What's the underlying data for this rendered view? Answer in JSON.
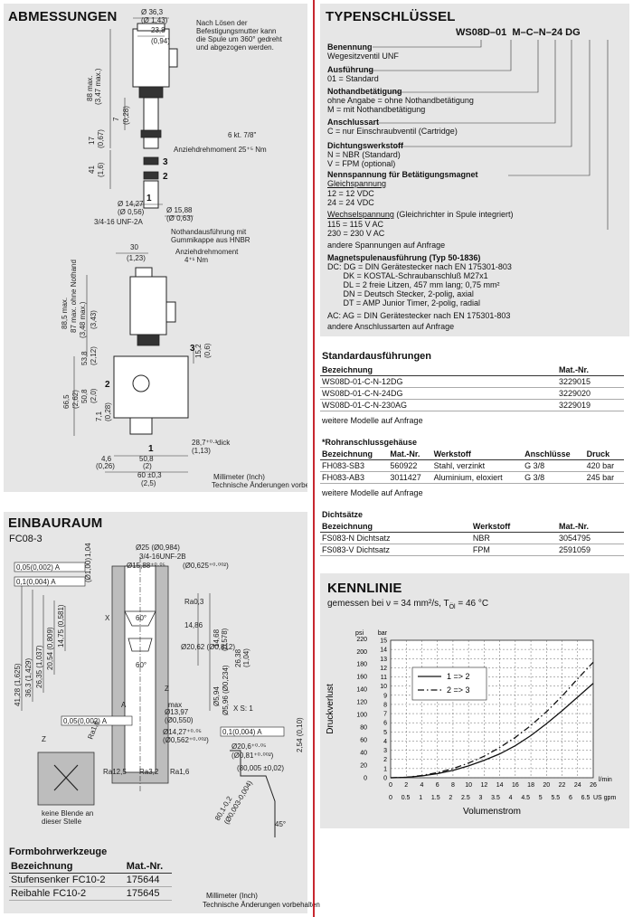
{
  "abmessungen": {
    "title": "ABMESSUNGEN",
    "note_spule": [
      "Nach Lösen der",
      "Befestigungsmutter kann",
      "die Spule um 360° gedreht",
      "und abgezogen werden."
    ],
    "dim_d36": "Ø 36,3",
    "dim_d36_in": "(Ø 1,43)",
    "dim_238": "23,8",
    "dim_238_in": "(0,94)",
    "dim_88": "88 max.",
    "dim_88_in": "(3,47 max.)",
    "dim_7": "7",
    "dim_7_in": "(0,28)",
    "dim_17": "17",
    "dim_17_in": "(0,67)",
    "hex": "6 kt. 7/8\"",
    "torque": "Anziehdrehmoment 25⁺⁵ Nm",
    "dim_41": "41",
    "dim_41_in": "(1,6)",
    "port3": "3",
    "port2": "2",
    "port1": "1",
    "dim_1427": "Ø 14,27",
    "dim_1427_in": "(Ø 0,56)",
    "dim_1588": "Ø 15,88",
    "dim_1588_in": "(Ø 0,63)",
    "thread": "3/4-16 UNF-2A",
    "note_hnbr": [
      "Nothandausführung mit",
      "Gummikappe aus HNBR"
    ],
    "torque2": [
      "Anziehdrehmoment",
      "4⁺¹ Nm"
    ],
    "dim_30": "30",
    "dim_30_in": "(1,23)",
    "dim_885": "88,5 max.",
    "dim_87": "87 max. ohne Nothand",
    "dim_885_in": "(3,48 max.)",
    "dim_87_in": "(3,43)",
    "dim_152": "15,2",
    "dim_152_in": "(0,6)",
    "dim_665": "66,5",
    "dim_665_in": "(2,62)",
    "dim_508": "50,8",
    "dim_508_in": "(2,0)",
    "dim_538": "53,8",
    "dim_538_in": "(2,12)",
    "dim_71": "7,1",
    "dim_71_in": "(0,28)",
    "dim_287": "28,7⁺⁰·³",
    "dim_287_in": "(1,13)",
    "dick": "dick",
    "dim_46": "4,6",
    "dim_46_in": "(0,26)",
    "dim_508b": "50,8",
    "dim_508b_in": "(2)",
    "dim_60": "60 ±0,3",
    "dim_60_in": "(2,5)",
    "footer": [
      "Millimeter (Inch)",
      "Technische Änderungen vorbehalten"
    ]
  },
  "einbauraum": {
    "title": "EINBAURAUM",
    "subtitle": "FC08-3",
    "dims": {
      "d25": "Ø25 (Ø0,984)",
      "thread": "3/4-16UNF-2B",
      "d1588": "Ø15,88⁺⁰·⁰⁵",
      "d0625": "(Ø0,625⁺⁰·⁰⁰²)",
      "tol1": "0,05(0,002) A",
      "tol2": "0,1(0,004) A",
      "d24": "(Ø1,00)",
      "d1a": "1,04",
      "v4128": "41,28 (1,625)",
      "v363": "36,3 (1,429)",
      "v2635": "26,35 (1,037)",
      "v2054": "20,54 (0,809)",
      "v1475": "14,75 (0,581)",
      "a60": "60°",
      "a60b": "60°",
      "ra03": "Ra0,3",
      "d2062": "Ø20,62 (Ø0,812)",
      "d1486": "14,86",
      "v2638": "26,38",
      "v2638in": "(1,04)",
      "v1468": "14,68",
      "v1468in": "(0,578)",
      "dia596": "Ø5,96 (Ø0,234)",
      "dia594": "Ø5,94",
      "max": "max",
      "d1397": "Ø13,97",
      "d0550": "(Ø0,550)",
      "d1427": "Ø14,27⁺⁰·⁰⁵",
      "d0562": "(Ø0,562⁺⁰·⁰⁰²)",
      "tol3": "0,05(0,002) A",
      "tol4": "0,1(0,004) A",
      "x": "X",
      "xs": "X S: 1",
      "z": "Z",
      "a": "A",
      "ra16": "Ra1,6",
      "ra125": "Ra12,5",
      "ra32": "Ra3,2",
      "d206": "Ø20,6⁺⁰·⁰⁵",
      "d081": "(Ø0,81⁺⁰·⁰⁰²)",
      "d2005": "(80,005 ±0,02)",
      "d254": "2,54 (0,10)",
      "d808": "80,1-0,2",
      "d808in": "(Ø0,003-0,004)",
      "a45": "45°"
    },
    "z_note": [
      "keine Blende an",
      "dieser Stelle"
    ],
    "formbohr_title": "Formbohrwerkzeuge",
    "formbohr_cols": [
      "Bezeichnung",
      "Mat.-Nr."
    ],
    "formbohr_rows": [
      [
        "Stufensenker FC10-2",
        "175644"
      ],
      [
        "Reibahle FC10-2",
        "175645"
      ]
    ],
    "footer": [
      "Millimeter (Inch)",
      "Technische Änderungen vorbehalten"
    ]
  },
  "typenschluessel": {
    "title": "TYPENSCHLÜSSEL",
    "code": [
      "WS08D",
      "01",
      "M",
      "C",
      "N",
      "24",
      "DG"
    ],
    "blocks": [
      {
        "head": "Benennung",
        "lines": [
          "Wegesitzventil UNF"
        ]
      },
      {
        "head": "Ausführung",
        "lines": [
          "01    = Standard"
        ]
      },
      {
        "head": "Nothandbetätigung",
        "lines": [
          "ohne Angabe = ohne Nothandbetätigung",
          "M     = mit Nothandbetätigung"
        ]
      },
      {
        "head": "Anschlussart",
        "lines": [
          "C     = nur Einschraubventil (Cartridge)"
        ]
      },
      {
        "head": "Dichtungswerkstoff",
        "lines": [
          "N     = NBR (Standard)",
          "V     = FPM (optional)"
        ]
      },
      {
        "head": "Nennspannung für Betätigungsmagnet",
        "lines": []
      }
    ],
    "gleich_head": "Gleichspannung",
    "gleich_lines": [
      "12    = 12 VDC",
      "24    = 24 VDC"
    ],
    "wechsel_head": "Wechselspannung",
    "wechsel_suffix": " (Gleichrichter in Spule integriert)",
    "wechsel_lines": [
      "115   = 115 V AC",
      "230   = 230 V AC"
    ],
    "andere_span": "andere Spannungen auf Anfrage",
    "magnet_head": "Magnetspulenausführung (Typ 50-1836)",
    "magnet_lines": [
      "DC: DG = DIN Gerätestecker nach EN 175301-803",
      "       DK = KOSTAL-Schraubanschluß M27x1",
      "       DL = 2 freie Litzen, 457 mm lang; 0,75 mm²",
      "       DN = Deutsch Stecker, 2-polig, axial",
      "       DT = AMP Junior Timer, 2-polig, radial",
      "AC: AG = DIN Gerätestecker nach EN 175301-803"
    ],
    "andere_anschl": "andere Anschlussarten auf Anfrage"
  },
  "standard": {
    "title": "Standardausführungen",
    "cols": [
      "Bezeichnung",
      "Mat.-Nr."
    ],
    "rows": [
      [
        "WS08D-01-C-N-12DG",
        "3229015"
      ],
      [
        "WS08D-01-C-N-24DG",
        "3229020"
      ],
      [
        "WS08D-01-C-N-230AG",
        "3229019"
      ]
    ],
    "note": "weitere Modelle auf Anfrage"
  },
  "rohr": {
    "title": "*Rohranschlussgehäuse",
    "cols": [
      "Bezeichnung",
      "Mat.-Nr.",
      "Werkstoff",
      "Anschlüsse",
      "Druck"
    ],
    "rows": [
      [
        "FH083-SB3",
        "560922",
        "Stahl, verzinkt",
        "G 3/8",
        "420 bar"
      ],
      [
        "FH083-AB3",
        "3011427",
        "Aluminium, eloxiert",
        "G 3/8",
        "245 bar"
      ]
    ],
    "note": "weitere Modelle auf Anfrage"
  },
  "dicht": {
    "title": "Dichtsätze",
    "cols": [
      "Bezeichnung",
      "Werkstoff",
      "Mat.-Nr."
    ],
    "rows": [
      [
        "FS083-N Dichtsatz",
        "NBR",
        "3054795"
      ],
      [
        "FS083-V Dichtsatz",
        "FPM",
        "2591059"
      ]
    ]
  },
  "kennlinie": {
    "title": "KENNLINIE",
    "subtitle": "gemessen bei ν = 34 mm²/s, T",
    "subtitle_sub": "Öl",
    "subtitle_end": " = 46 °C"
  },
  "chart_data": {
    "type": "line",
    "title": "",
    "xlabel": "Volumenstrom",
    "ylabel": "Druckverlust",
    "x_unit": "l/min",
    "x_unit2": "US gpm",
    "y_unit": "bar",
    "y_unit2": "psi",
    "xlim": [
      0,
      26
    ],
    "ylim": [
      0,
      15
    ],
    "x_ticks": [
      0,
      2,
      4,
      6,
      8,
      10,
      12,
      14,
      16,
      18,
      20,
      22,
      24,
      26
    ],
    "x2_ticks": [
      "0",
      "0.5",
      "1",
      "1.5",
      "2",
      "2.5",
      "3",
      "3.5",
      "4",
      "4.5",
      "5",
      "5.5",
      "6",
      "6.5"
    ],
    "y_ticks": [
      0,
      1,
      2,
      3,
      4,
      5,
      6,
      7,
      8,
      9,
      10,
      11,
      12,
      13,
      14,
      15
    ],
    "y2_ticks": [
      0,
      20,
      40,
      60,
      80,
      100,
      120,
      140,
      160,
      180,
      200,
      220
    ],
    "legend_position": "top-left",
    "grid": true,
    "series": [
      {
        "name": "1 => 2",
        "style": "solid",
        "x": [
          0,
          2,
          4,
          6,
          8,
          10,
          12,
          14,
          16,
          18,
          20,
          22,
          24,
          26
        ],
        "values": [
          0,
          0.05,
          0.2,
          0.45,
          0.8,
          1.3,
          1.9,
          2.6,
          3.5,
          4.6,
          5.9,
          7.3,
          8.8,
          10.3
        ]
      },
      {
        "name": "2 => 3",
        "style": "dashdot",
        "x": [
          0,
          2,
          4,
          6,
          8,
          10,
          12,
          14,
          16,
          18,
          20,
          22,
          24,
          26
        ],
        "values": [
          0,
          0.05,
          0.25,
          0.55,
          1.0,
          1.6,
          2.35,
          3.3,
          4.4,
          5.7,
          7.2,
          8.9,
          10.8,
          12.6
        ]
      }
    ]
  }
}
